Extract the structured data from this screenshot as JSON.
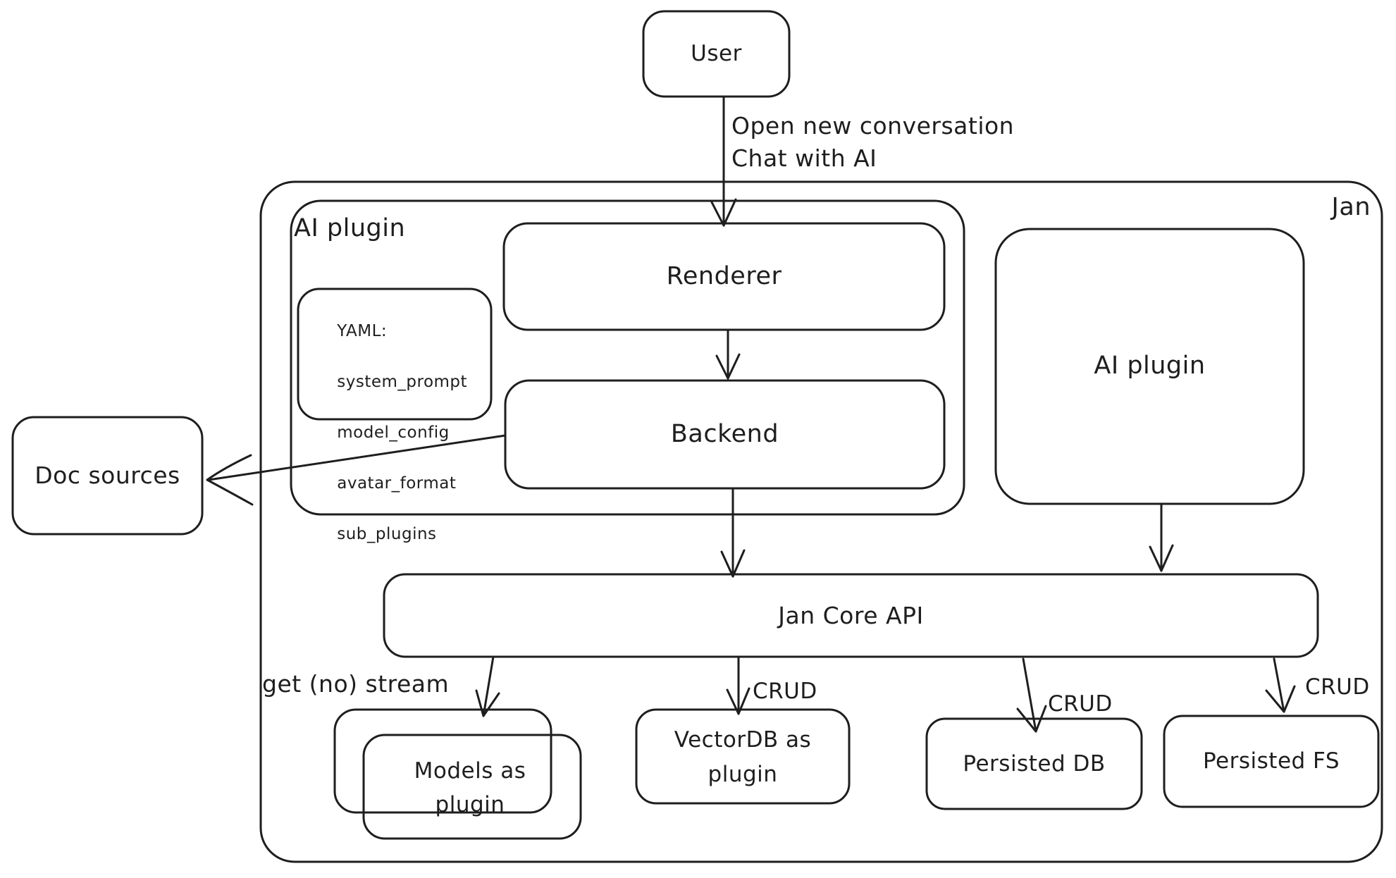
{
  "title": "Jan architecture diagram",
  "colors": {
    "stroke": "#1e1e1e",
    "background": "#ffffff"
  },
  "nodes": {
    "user": {
      "label": "User"
    },
    "jan": {
      "label": "Jan"
    },
    "ai_plugin_left": {
      "label": "AI plugin"
    },
    "renderer": {
      "label": "Renderer"
    },
    "yaml_note": {
      "lines": [
        "YAML:",
        "system_prompt",
        "model_config",
        "avatar_format",
        "sub_plugins"
      ]
    },
    "backend": {
      "label": "Backend"
    },
    "ai_plugin_right": {
      "label": "AI plugin"
    },
    "doc_sources": {
      "label": "Doc sources"
    },
    "jan_core_api": {
      "label": "Jan Core API"
    },
    "models": {
      "label": "Models as plugin"
    },
    "vectordb": {
      "label": "VectorDB as plugin"
    },
    "persisted_db": {
      "label": "Persisted DB"
    },
    "persisted_fs": {
      "label": "Persisted FS"
    }
  },
  "edges": {
    "user_to_renderer": {
      "labels": [
        "Open new conversation",
        "Chat with AI"
      ]
    },
    "jan_core_to_models": {
      "label": "get (no) stream"
    },
    "jan_core_to_vectordb": {
      "label": "CRUD"
    },
    "jan_core_to_persisted_db": {
      "label": "CRUD"
    },
    "jan_core_to_persisted_fs": {
      "label": "CRUD"
    }
  }
}
